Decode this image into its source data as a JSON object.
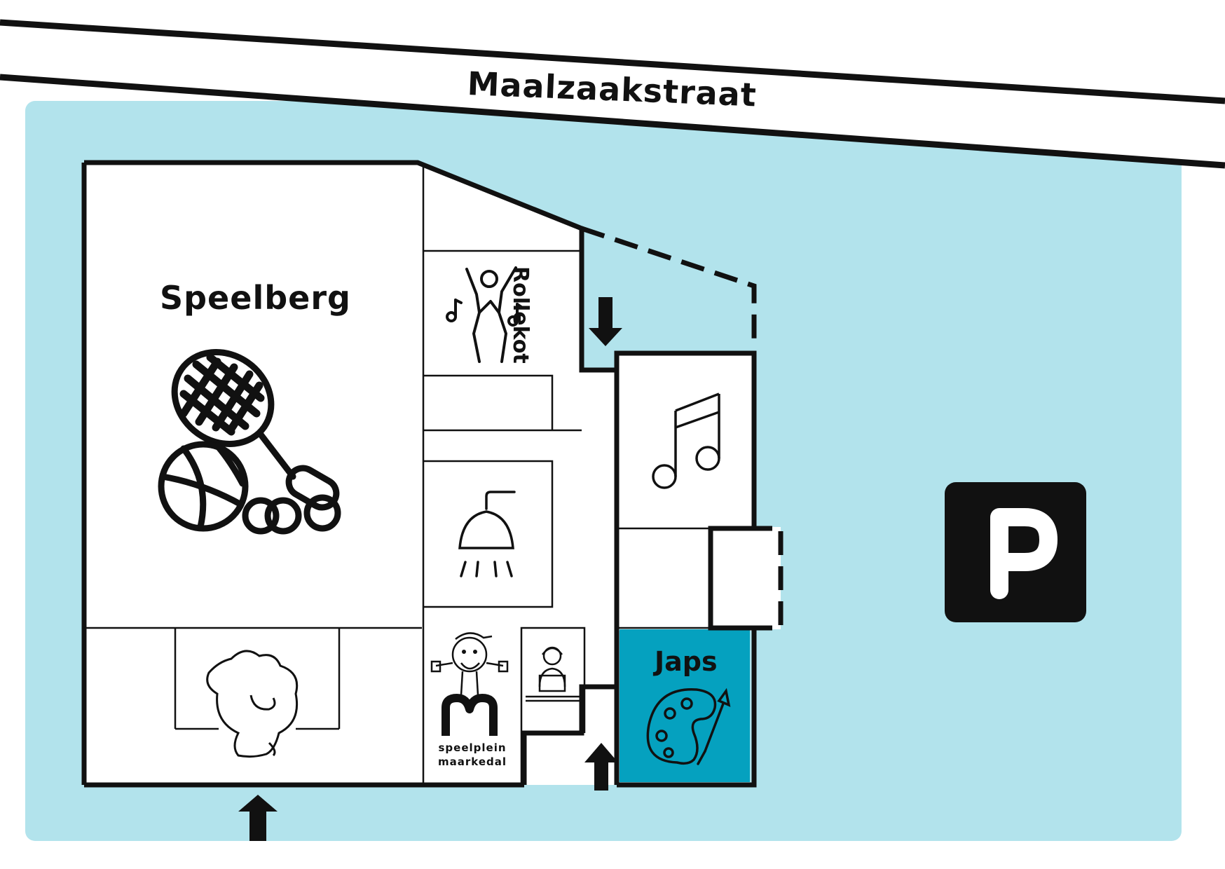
{
  "street": {
    "name": "Maalzaakstraat"
  },
  "rooms": {
    "speelberg": {
      "label": "Speelberg",
      "icon": "sports-equipment-icon"
    },
    "rollekot": {
      "label": "Rollekot",
      "icon": "dancing-person-icon"
    },
    "music_room": {
      "icon": "music-note-icon"
    },
    "shower_room": {
      "icon": "shower-icon"
    },
    "chicken_room": {
      "icon": "chicken-icon"
    },
    "speelplein": {
      "icon": "speelplein-maarkedal-logo",
      "logo_line1": "speelplein",
      "logo_line2": "maarkedal"
    },
    "office": {
      "icon": "person-at-laptop-icon"
    },
    "japs": {
      "label": "Japs",
      "icon": "paint-palette-icon"
    }
  },
  "parking": {
    "label": "P",
    "icon": "parking-sign-icon"
  },
  "entrances": [
    {
      "id": "entrance-bottom-left",
      "icon": "arrow-up-icon"
    },
    {
      "id": "entrance-bottom-middle",
      "icon": "arrow-up-icon"
    },
    {
      "id": "entrance-top",
      "icon": "arrow-down-icon"
    }
  ],
  "colors": {
    "grounds": "#b2e3ec",
    "japs_fill": "#05a1bf",
    "walls": "#111111",
    "building_fill": "#ffffff",
    "parking_sign": "#111111"
  }
}
